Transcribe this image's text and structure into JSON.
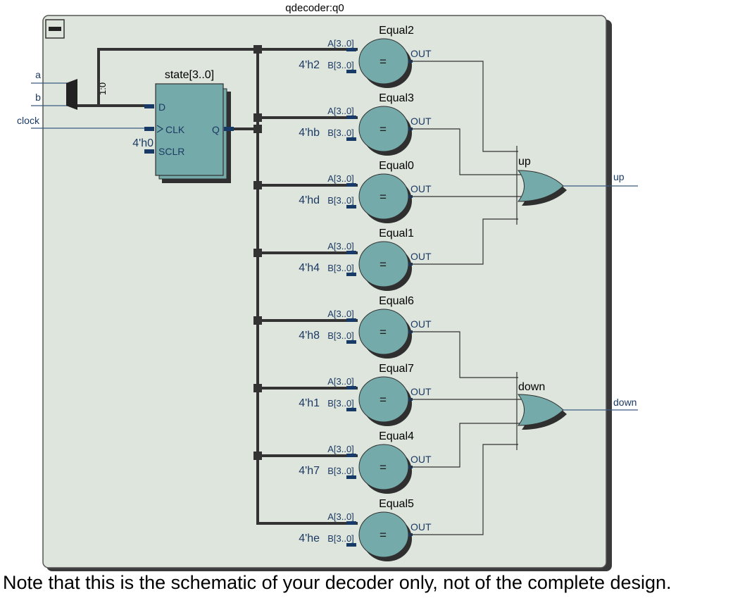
{
  "diagram": {
    "instance_title": "qdecoder:q0",
    "inputs": [
      {
        "name": "a"
      },
      {
        "name": "b"
      },
      {
        "name": "clock"
      }
    ],
    "mux_label": "1:0",
    "register": {
      "title": "state[3..0]",
      "pins": {
        "d": "D",
        "clk": "CLK",
        "q": "Q",
        "sclr": "SCLR"
      },
      "sclr_const": "4'h0"
    },
    "comparators": [
      {
        "name": "Equal2",
        "const": "4'h2",
        "a_pin": "A[3..0]",
        "b_pin": "B[3..0]",
        "out_pin": "OUT",
        "op": "="
      },
      {
        "name": "Equal3",
        "const": "4'hb",
        "a_pin": "A[3..0]",
        "b_pin": "B[3..0]",
        "out_pin": "OUT",
        "op": "="
      },
      {
        "name": "Equal0",
        "const": "4'hd",
        "a_pin": "A[3..0]",
        "b_pin": "B[3..0]",
        "out_pin": "OUT",
        "op": "="
      },
      {
        "name": "Equal1",
        "const": "4'h4",
        "a_pin": "A[3..0]",
        "b_pin": "B[3..0]",
        "out_pin": "OUT",
        "op": "="
      },
      {
        "name": "Equal6",
        "const": "4'h8",
        "a_pin": "A[3..0]",
        "b_pin": "B[3..0]",
        "out_pin": "OUT",
        "op": "="
      },
      {
        "name": "Equal7",
        "const": "4'h1",
        "a_pin": "A[3..0]",
        "b_pin": "B[3..0]",
        "out_pin": "OUT",
        "op": "="
      },
      {
        "name": "Equal4",
        "const": "4'h7",
        "a_pin": "A[3..0]",
        "b_pin": "B[3..0]",
        "out_pin": "OUT",
        "op": "="
      },
      {
        "name": "Equal5",
        "const": "4'he",
        "a_pin": "A[3..0]",
        "b_pin": "B[3..0]",
        "out_pin": "OUT",
        "op": "="
      }
    ],
    "or_gates": [
      {
        "name": "up"
      },
      {
        "name": "down"
      }
    ],
    "outputs": [
      {
        "name": "up"
      },
      {
        "name": "down"
      }
    ],
    "colors": {
      "panel": "#dee5dd",
      "block": "#75aaaa",
      "wire": "#333333",
      "port": "#173a67",
      "label": "#1c3a63"
    }
  },
  "caption": "Note that this is the schematic of your decoder only, not of the complete design."
}
